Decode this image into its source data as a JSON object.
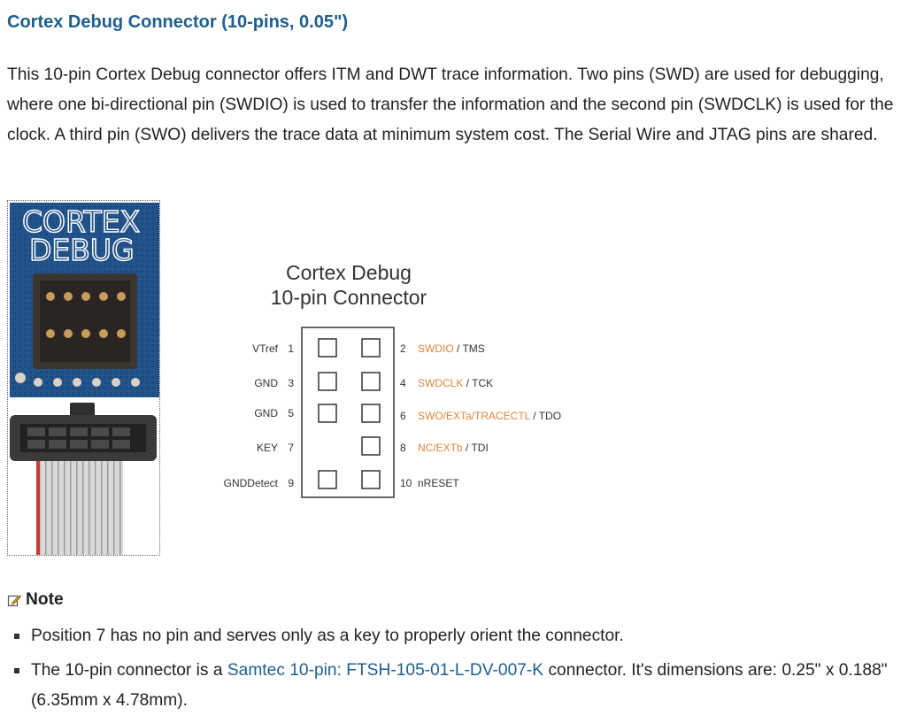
{
  "heading": "Cortex Debug Connector (10-pins, 0.05\")",
  "intro": "This 10-pin Cortex Debug connector offers ITM and DWT trace information. Two pins (SWD) are used for debugging, where one bi-directional pin (SWDIO) is used to transfer the information and the second pin (SWDCLK) is used for the clock. A third pin (SWO) delivers the trace data at minimum system cost. The Serial Wire and JTAG pins are shared.",
  "photo": {
    "board_text_line1": "CORTEX",
    "board_text_line2": "DEBUG"
  },
  "diagram": {
    "title_line1": "Cortex Debug",
    "title_line2": "10-pin Connector",
    "colors": {
      "swd_signal": "#e0853a",
      "label": "#333333"
    },
    "left_pins": [
      {
        "name": "VTref",
        "num": "1"
      },
      {
        "name": "GND",
        "num": "3"
      },
      {
        "name": "GND",
        "num": "5"
      },
      {
        "name": "KEY",
        "num": "7"
      },
      {
        "name": "GNDDetect",
        "num": "9"
      }
    ],
    "right_pins": [
      {
        "num": "2",
        "swd": "SWDIO",
        "jtag": " / TMS"
      },
      {
        "num": "4",
        "swd": "SWDCLK",
        "jtag": " / TCK"
      },
      {
        "num": "6",
        "swd": "SWO/EXTa/TRACECTL",
        "jtag": " / TDO"
      },
      {
        "num": "8",
        "swd": "NC/EXTb",
        "jtag": " / TDI"
      },
      {
        "num": "10",
        "swd": "",
        "jtag": "nRESET"
      }
    ]
  },
  "note": {
    "title": "Note",
    "icon": "edit-note-icon",
    "item1": "Position 7 has no pin and serves only as a key to properly orient the connector.",
    "item2_before": "The 10-pin connector is a ",
    "item2_link": "Samtec 10-pin: FTSH-105-01-L-DV-007-K",
    "item2_after": " connector. It's dimensions are: 0.25\" x 0.188\" (6.35mm x 4.78mm)."
  }
}
